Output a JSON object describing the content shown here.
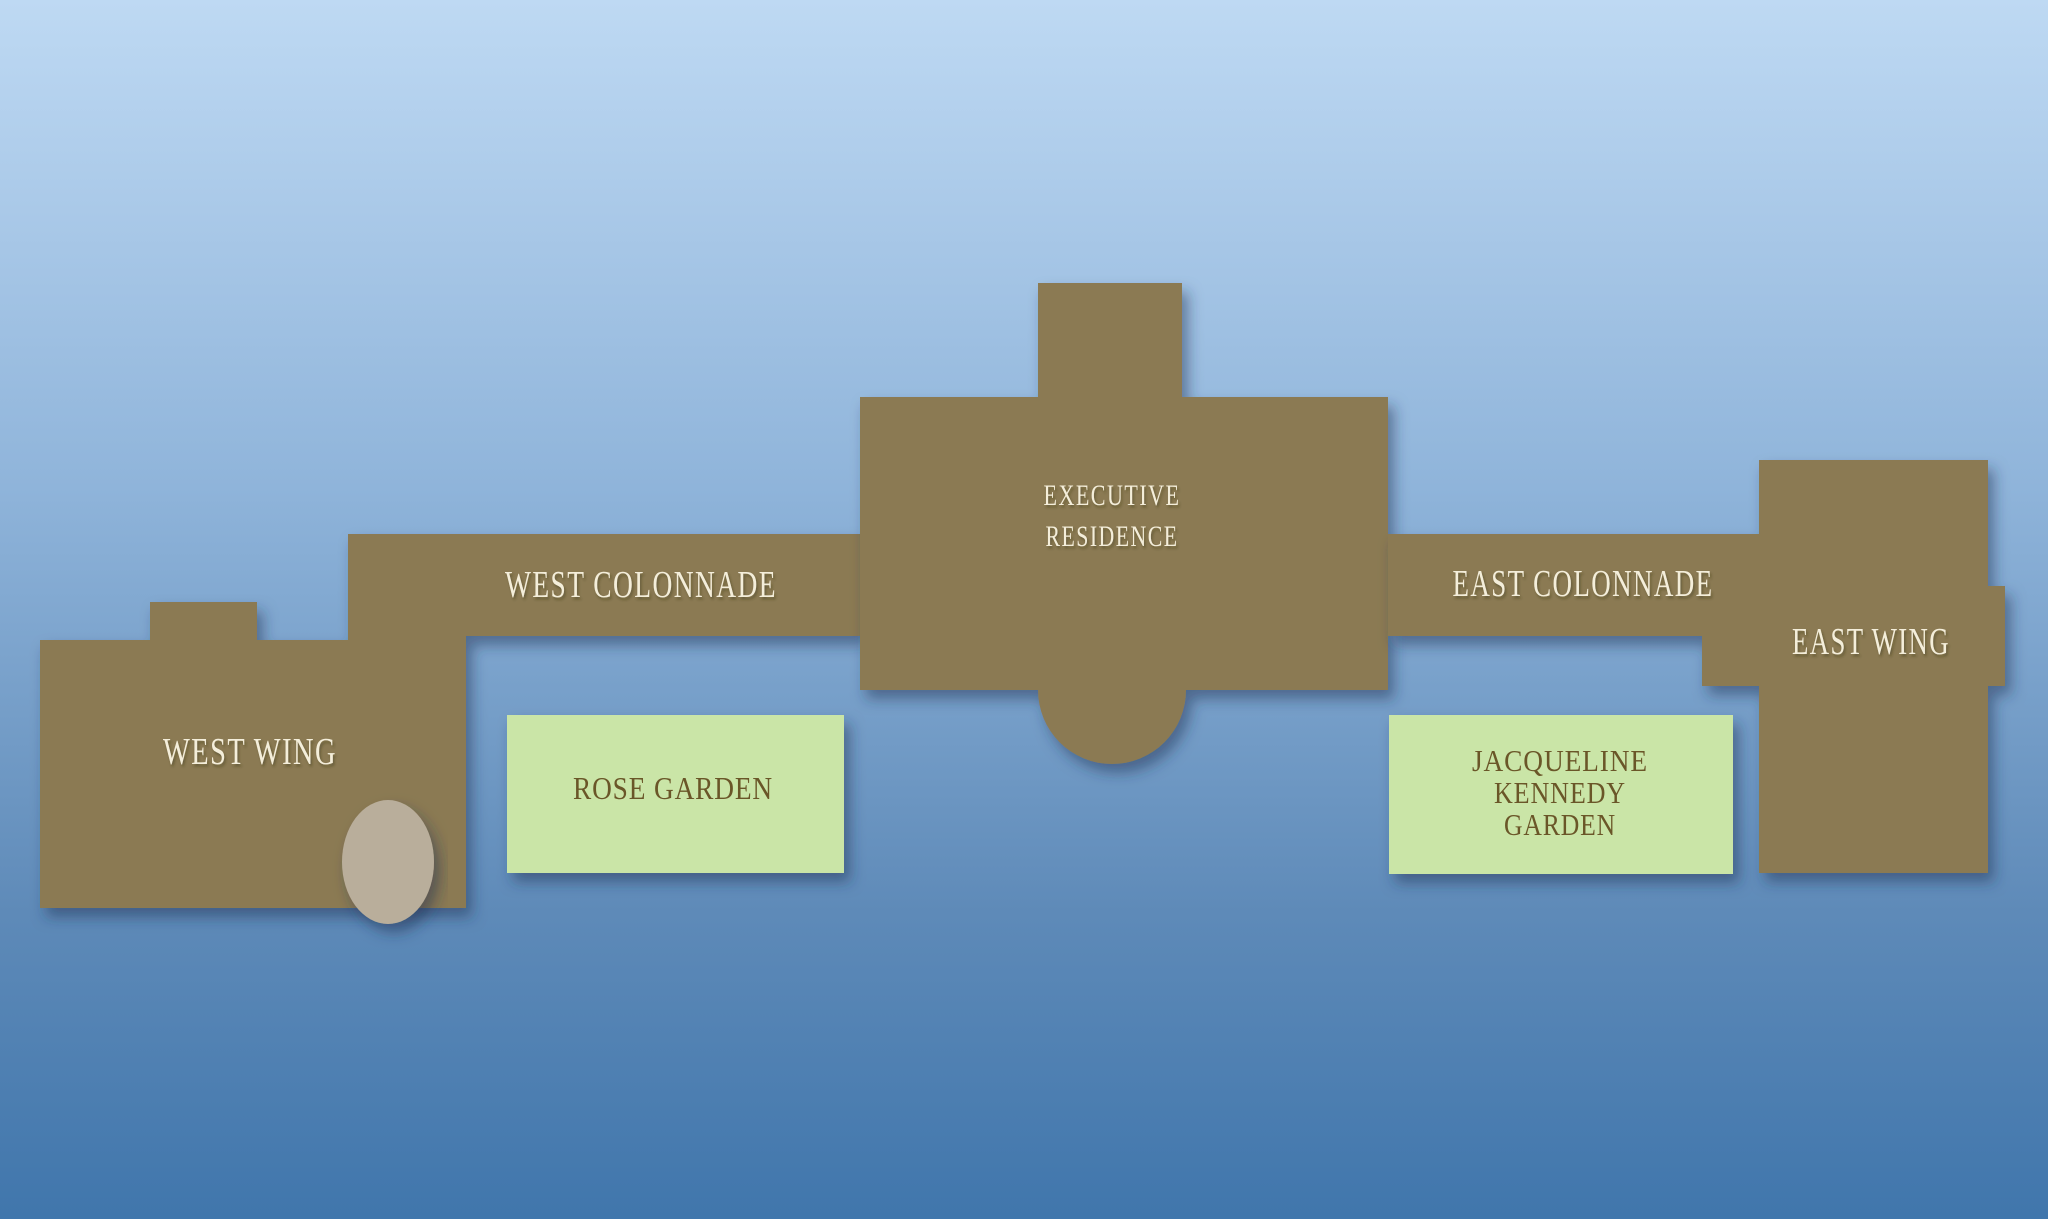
{
  "map": {
    "colors": {
      "sky_top": "#bed9f3",
      "sky_upper": "#8fb4da",
      "sky_lower": "#5e8ab8",
      "sky_bottom": "#4076ac",
      "building": "#8b7a52",
      "building_label": "#f4eeda",
      "garden": "#cae5a7",
      "garden_label": "#6a5628",
      "oval_office": "#b9ae9b",
      "shadow": "#1b2e52"
    },
    "buildings": {
      "west_wing": {
        "label": "WEST WING"
      },
      "west_colonnade": {
        "label": "WEST COLONNADE"
      },
      "executive_residence": {
        "label_lines": [
          "EXECUTIVE",
          "RESIDENCE"
        ]
      },
      "east_colonnade": {
        "label": "EAST COLONNADE"
      },
      "east_wing": {
        "label": "EAST WING"
      }
    },
    "gardens": {
      "rose_garden": {
        "label": "ROSE GARDEN"
      },
      "jacqueline_kennedy_garden": {
        "label_lines": [
          "JACQUELINE",
          "KENNEDY",
          "GARDEN"
        ]
      }
    }
  }
}
